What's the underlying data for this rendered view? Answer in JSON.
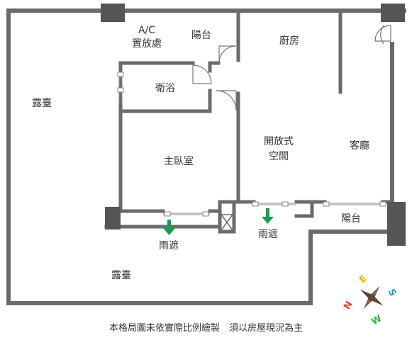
{
  "colors": {
    "wall": "#6b6b6b",
    "column": "#555555",
    "arrow": "#1e9a4f",
    "text": "#333333",
    "compass_e": "#f0b400",
    "compass_s": "#1a9be0",
    "compass_w": "#33b34a",
    "compass_n": "#e8402a",
    "compass_center": "#5a4636"
  },
  "rooms": {
    "ac": "A/C",
    "ac_area": "置放處",
    "balcony_top": "陽台",
    "kitchen": "廚房",
    "bathroom": "衛浴",
    "terrace_left": "露臺",
    "master_bedroom": "主臥室",
    "open_space_1": "開放式",
    "open_space_2": "空間",
    "living_room": "客廳",
    "balcony_right": "陽台",
    "terrace_bottom": "露臺",
    "rain_shelter_left": "雨遮",
    "rain_shelter_right": "雨遮"
  },
  "compass": {
    "east": "E",
    "south": "S",
    "west": "W",
    "north": "N"
  },
  "footer_note": "本格局圖未依實際比例繪製　須以房屋現況為主"
}
